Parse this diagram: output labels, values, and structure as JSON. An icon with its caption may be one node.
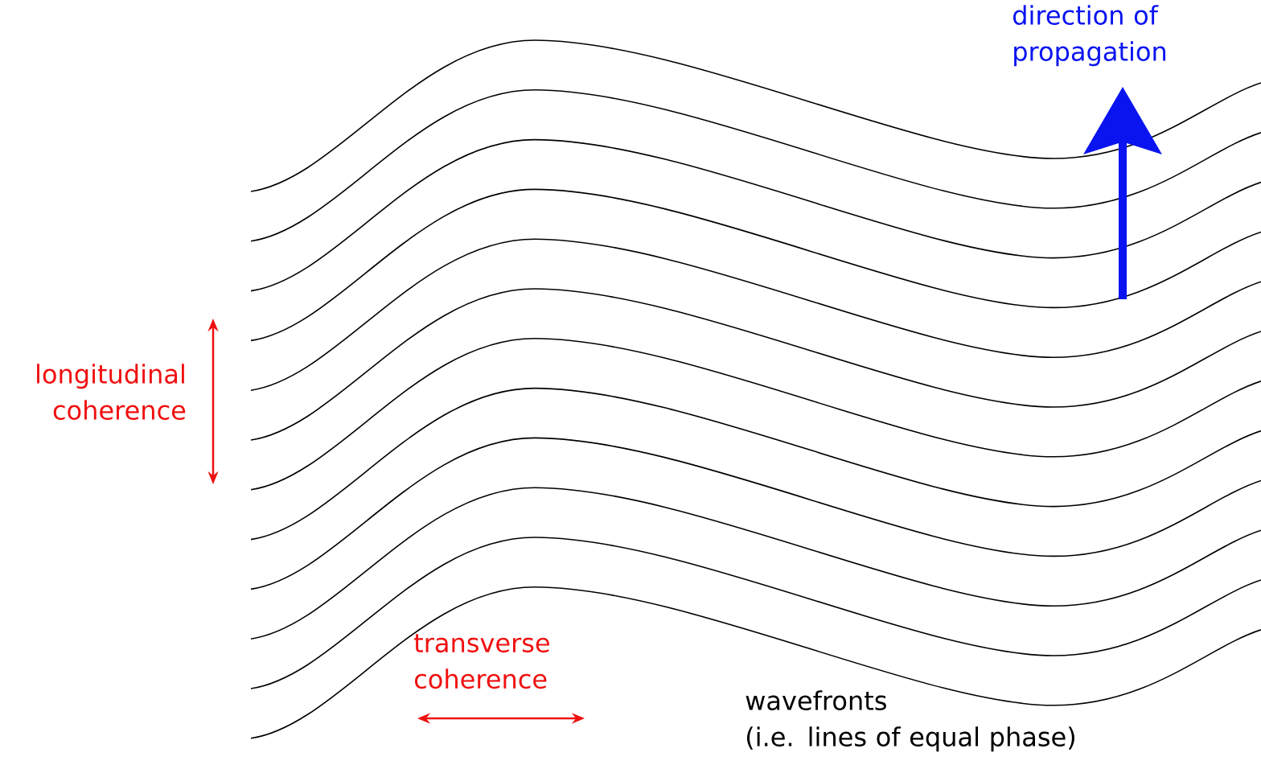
{
  "diagram": {
    "labels": [
      "direction of propagation",
      "longitudinal coherence",
      "transverse coherence",
      "wavefronts",
      "(i.e. lines of equal phase)"
    ]
  }
}
